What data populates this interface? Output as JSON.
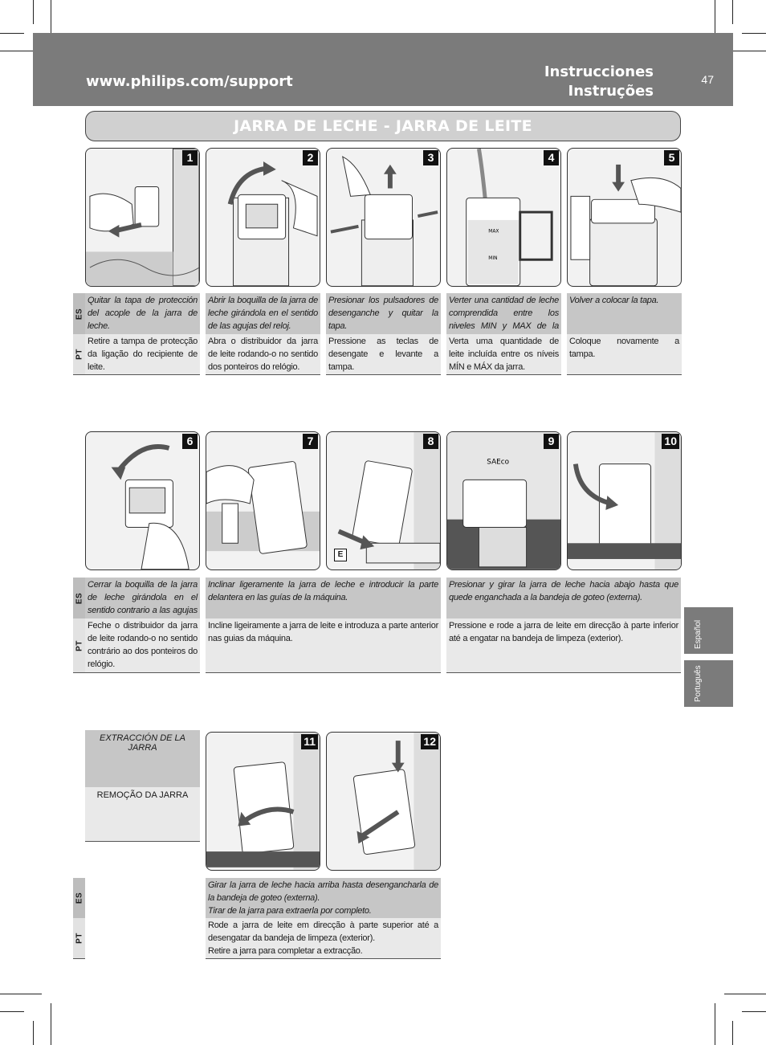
{
  "header": {
    "url": "www.philips.com/support",
    "title_es": "Instrucciones",
    "title_pt": "Instruções",
    "page_number": "47"
  },
  "section_title": "JARRA DE LECHE - JARRA DE LEITE",
  "lang_labels": {
    "es": "ES",
    "pt": "PT"
  },
  "side_tabs": [
    "Español",
    "Português"
  ],
  "steps": [
    {
      "num": "1"
    },
    {
      "num": "2"
    },
    {
      "num": "3"
    },
    {
      "num": "4"
    },
    {
      "num": "5"
    },
    {
      "num": "6"
    },
    {
      "num": "7"
    },
    {
      "num": "8",
      "badge": "E"
    },
    {
      "num": "9"
    },
    {
      "num": "10"
    },
    {
      "num": "11"
    },
    {
      "num": "12"
    }
  ],
  "row1": {
    "es": [
      "Quitar la tapa de protección del acople de la jarra de leche.",
      "Abrir la boquilla de la jarra de leche girándola en el sentido de las agujas del reloj.",
      "Presionar los pulsadores de desenganche y quitar la tapa.",
      "Verter una cantidad de leche comprendida entre los niveles MIN y MAX de la jarra.",
      "Volver a colocar la tapa."
    ],
    "pt": [
      "Retire a tampa de protecção da ligação do recipiente de leite.",
      "Abra o distribuidor da jarra de leite rodando-o no sentido dos ponteiros do relógio.",
      "Pressione as teclas de desengate e levante a tampa.",
      "Verta uma quantidade de leite incluída entre os níveis MÍN e MÁX da jarra.",
      "Coloque novamente a tampa."
    ]
  },
  "row2": {
    "es": [
      "Cerrar la boquilla de la jarra de leche girándola en el sentido contrario a las agujas del reloj.",
      "Inclinar ligeramente la jarra de leche e introducir la parte delantera en las guías de la máquina.",
      "Presionar y girar la jarra de leche hacia abajo hasta que quede enganchada a la bandeja de goteo (externa)."
    ],
    "pt": [
      "Feche o distribuidor da jarra de leite rodando-o no sentido contrário ao dos ponteiros do relógio.",
      "Incline ligeiramente a jarra de leite e introduza a parte anterior nas guias da máquina.",
      "Pressione e rode a jarra de leite em direcção à parte inferior até a engatar na bandeja de limpeza (exterior)."
    ]
  },
  "row3": {
    "heading_es": "EXTRACCIÓN DE LA JARRA",
    "heading_pt": "REMOÇÃO DA JARRA",
    "es_line1": "Girar la jarra de leche hacia arriba hasta desengancharla de la bandeja de goteo (externa).",
    "es_line2": "Tirar de la jarra para extraerla por completo.",
    "pt_line1": "Rode a jarra de leite em direcção à parte superior até a desengatar da bandeja de limpeza (exterior).",
    "pt_line2": "Retire a jarra para completar a extracção."
  }
}
